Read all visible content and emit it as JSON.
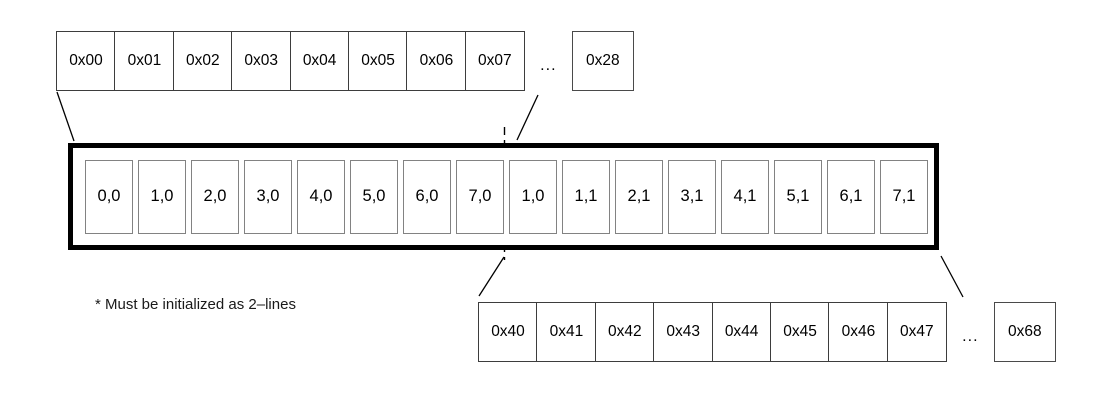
{
  "diagram": {
    "top_row": {
      "cells": [
        "0x00",
        "0x01",
        "0x02",
        "0x03",
        "0x04",
        "0x05",
        "0x06",
        "0x07"
      ],
      "ellipsis": "...",
      "last_cell": "0x28"
    },
    "buffer": {
      "line0": [
        "0,0",
        "1,0",
        "2,0",
        "3,0",
        "4,0",
        "5,0",
        "6,0",
        "7,0"
      ],
      "line1": [
        "1,0",
        "1,1",
        "2,1",
        "3,1",
        "4,1",
        "5,1",
        "6,1",
        "7,1"
      ]
    },
    "bottom_row": {
      "cells": [
        "0x40",
        "0x41",
        "0x42",
        "0x43",
        "0x44",
        "0x45",
        "0x46",
        "0x47"
      ],
      "ellipsis": "...",
      "last_cell": "0x68"
    },
    "note": "* Must be initialized as 2–lines",
    "colors": {
      "line": "#000000",
      "buffer_border": "#000000",
      "address_cell_border": "#3d3d3d",
      "buffer_cell_border": "#828282",
      "background": "#ffffff"
    }
  }
}
